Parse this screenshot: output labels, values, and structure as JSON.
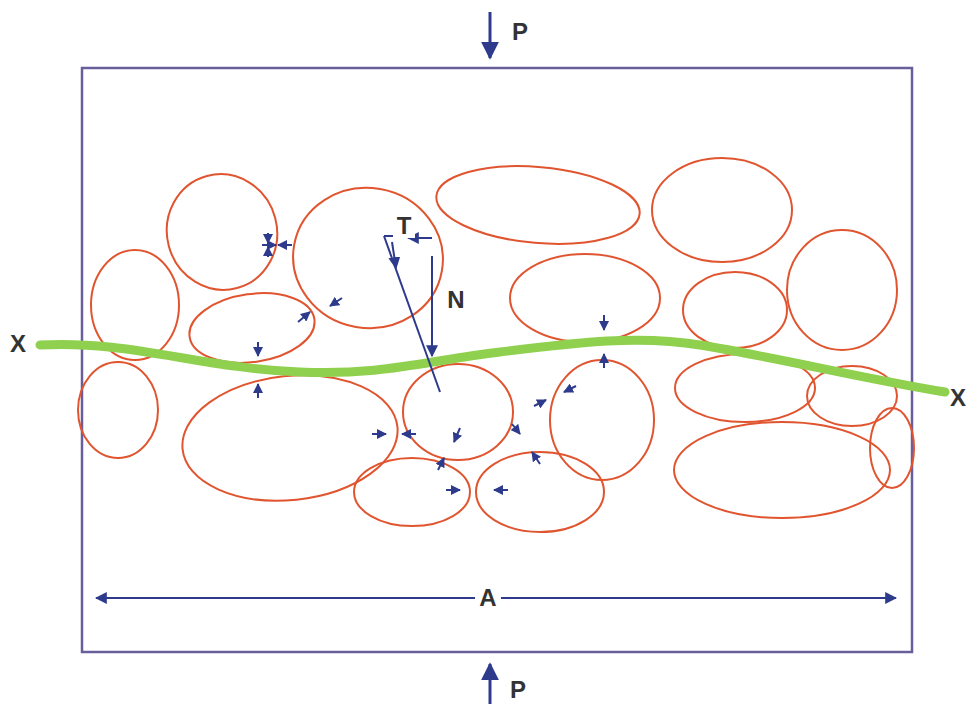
{
  "diagram": {
    "labels": [
      "P",
      "T",
      "N",
      "X",
      "X",
      "A",
      "P"
    ]
  }
}
